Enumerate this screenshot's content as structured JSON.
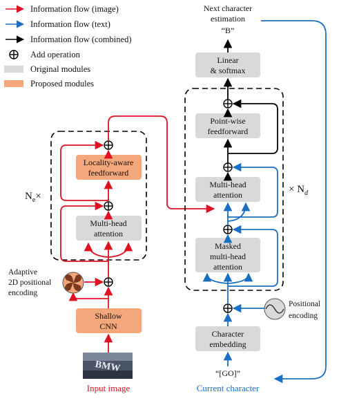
{
  "legend": {
    "items": [
      {
        "label": "Information flow (image)",
        "color": "#e01020",
        "icon": "arrow-icon"
      },
      {
        "label": "Information flow (text)",
        "color": "#1a6fc2",
        "icon": "arrow-icon"
      },
      {
        "label": "Information flow (combined)",
        "color": "#000000",
        "icon": "arrow-icon"
      },
      {
        "label": "Add operation",
        "icon": "circle-plus-icon"
      },
      {
        "label": "Original modules",
        "color": "#d9d9d9",
        "icon": "swatch-icon"
      },
      {
        "label": "Proposed modules",
        "color": "#f4a77a",
        "icon": "swatch-icon"
      }
    ]
  },
  "encoder": {
    "repeat_prefix": "N",
    "repeat_sub": "e",
    "repeat_suffix": "×",
    "locality_ff": [
      "Locality-aware",
      "feedforward"
    ],
    "multihead": [
      "Multi-head",
      "attention"
    ],
    "adaptive_pe": [
      "Adaptive",
      "2D positional",
      "encoding"
    ],
    "shallow_cnn": [
      "Shallow",
      "CNN"
    ],
    "input_label": "Input image",
    "input_thumbnail_text": "BMW"
  },
  "decoder": {
    "repeat_prefix": "× N",
    "repeat_sub": "d",
    "output_title": [
      "Next character",
      "estimation"
    ],
    "output_value": "“B”",
    "linear": [
      "Linear",
      "& softmax"
    ],
    "pointwise": [
      "Point-wise",
      "feedforward"
    ],
    "multihead": [
      "Multi-head",
      "attention"
    ],
    "masked": [
      "Masked",
      "multi-head",
      "attention"
    ],
    "positional": [
      "Positional",
      "encoding"
    ],
    "char_embed": [
      "Character",
      "embedding"
    ],
    "go_token": "“[GO]”",
    "current_label": "Current character"
  },
  "colors": {
    "image_flow": "#e01020",
    "text_flow": "#1a6fc2",
    "combined_flow": "#000000",
    "original_module": "#d9d9d9",
    "proposed_module": "#f4a77a",
    "input_label": "#e01020",
    "current_label": "#1a6fc2"
  }
}
